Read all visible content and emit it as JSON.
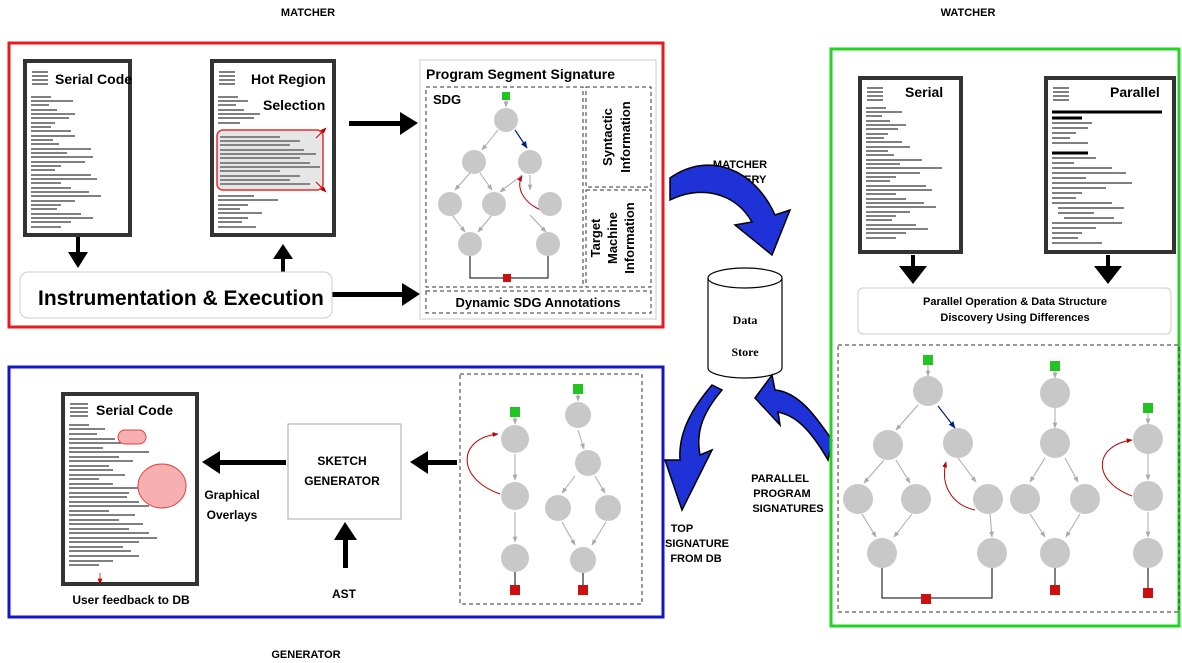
{
  "sections": {
    "matcher": "MATCHER",
    "watcher": "WATCHER",
    "generator": "GENERATOR"
  },
  "matcher": {
    "serial_code": "Serial Code",
    "hot_region_1": "Hot Region",
    "hot_region_2": "Selection",
    "instrumentation": "Instrumentation & Execution",
    "signature_title": "Program Segment Signature",
    "sdg": "SDG",
    "syntactic_1": "Syntactic",
    "syntactic_2": "Information",
    "target_1": "Target",
    "target_2": "Machine",
    "target_3": "Information",
    "dynamic": "Dynamic SDG Annotations"
  },
  "middle": {
    "query_1": "MATCHER",
    "query_2": "QUERY",
    "store_1": "Data",
    "store_2": "Store",
    "pps_1": "PARALLEL",
    "pps_2": "PROGRAM",
    "pps_3": "SIGNATURES",
    "top_1": "TOP",
    "top_2": "SIGNATURE",
    "top_3": "FROM DB"
  },
  "watcher": {
    "serial": "Serial",
    "parallel": "Parallel",
    "discovery_1": "Parallel Operation & Data Structure",
    "discovery_2": "Discovery Using Differences"
  },
  "generator": {
    "serial_code": "Serial Code",
    "feedback": "User feedback to DB",
    "overlays_1": "Graphical",
    "overlays_2": "Overlays",
    "sketch_1": "SKETCH",
    "sketch_2": "GENERATOR",
    "ast": "AST"
  },
  "colors": {
    "matcher_border": "#e8191f",
    "watcher_border": "#22d422",
    "generator_border": "#1414c8",
    "arrow_blue": "#1e32d8",
    "node": "#c8c8c8",
    "start": "#22c422",
    "end": "#cc1010"
  }
}
